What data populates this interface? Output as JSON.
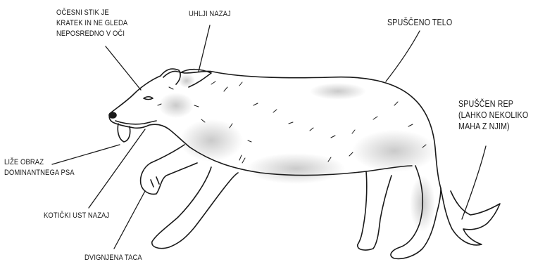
{
  "labels": {
    "eye_contact": [
      "OČESNI STIK JE",
      "KRATEK IN NE GLEDA",
      "NEPOSREDNO V OČI"
    ],
    "ears_back": "UHLJI NAZAJ",
    "lowered_body": "SPUŠČENO TELO",
    "lowered_tail": [
      "SPUŠČEN REP",
      "(LAHKO NEKOLIKO",
      "MAHA Z NJIM)"
    ],
    "licks_face": [
      "LIŽE OBRAZ",
      "DOMINANTNEGA PSA"
    ],
    "mouth_corners": "KOTIČKI UST NAZAJ",
    "raised_paw": "DVIGNJENA TACA"
  },
  "colors": {
    "ink": "#1a1a1a",
    "shade": "#cfcfcf",
    "background": "#ffffff"
  }
}
